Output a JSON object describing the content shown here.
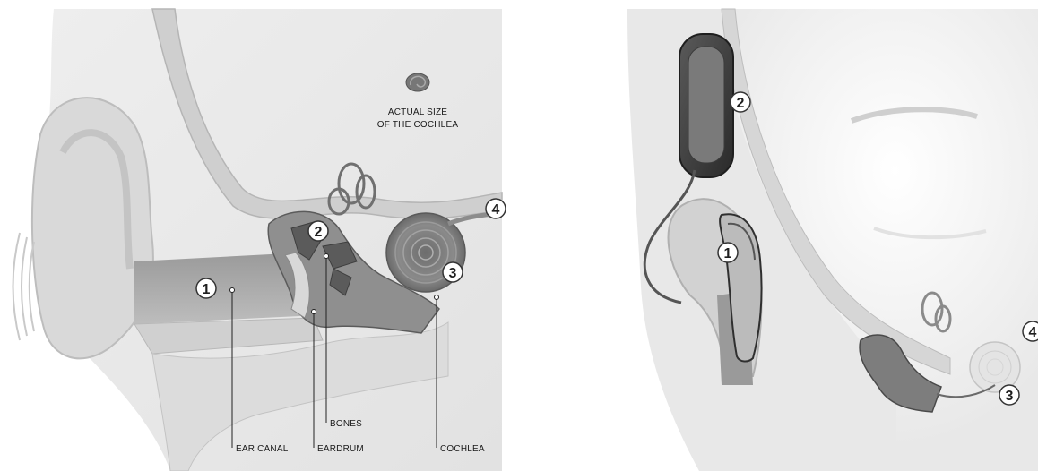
{
  "left_panel": {
    "inset_caption_line1": "ACTUAL SIZE",
    "inset_caption_line2": "OF THE COCHLEA",
    "callouts": [
      "1",
      "2",
      "3",
      "4"
    ],
    "labels": {
      "ear_canal": "EAR CANAL",
      "eardrum": "EARDRUM",
      "bones": "BONES",
      "cochlea": "COCHLEA"
    }
  },
  "right_panel": {
    "callouts": [
      "1",
      "2",
      "3",
      "4"
    ]
  }
}
